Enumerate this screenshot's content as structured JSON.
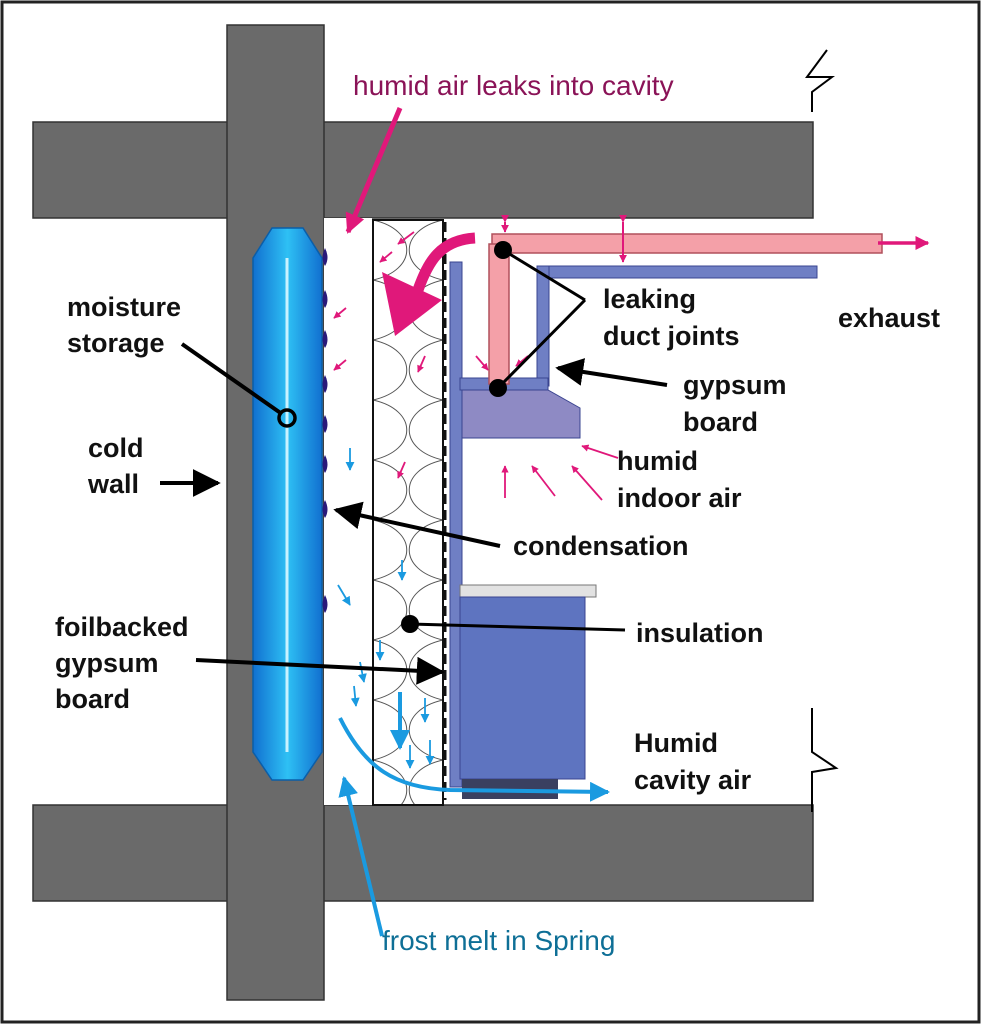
{
  "labels": {
    "title_leak": "humid air leaks into cavity",
    "moisture_1": "moisture",
    "moisture_2": "storage",
    "cold_1": "cold",
    "cold_2": "wall",
    "leaking_1": "leaking",
    "leaking_2": "duct joints",
    "exhaust": "exhaust",
    "gypsum_1": "gypsum",
    "gypsum_2": "board",
    "humid_indoor_1": "humid",
    "humid_indoor_2": "indoor air",
    "condensation": "condensation",
    "foil_1": "foilbacked",
    "foil_2": "gypsum",
    "foil_3": "board",
    "insulation": "insulation",
    "cavity_1": "Humid",
    "cavity_2": "cavity air",
    "frost": "frost melt in Spring"
  },
  "colors": {
    "structure": "#6a6a6a",
    "moisture": "#1aa0e8",
    "duct": "#f4a0a8",
    "panel": "#6f7fc4",
    "hood": "#8e8ac4",
    "magenta": "#e0187a",
    "cyan": "#1a9ae0",
    "condensation": "#2a1a7a"
  }
}
